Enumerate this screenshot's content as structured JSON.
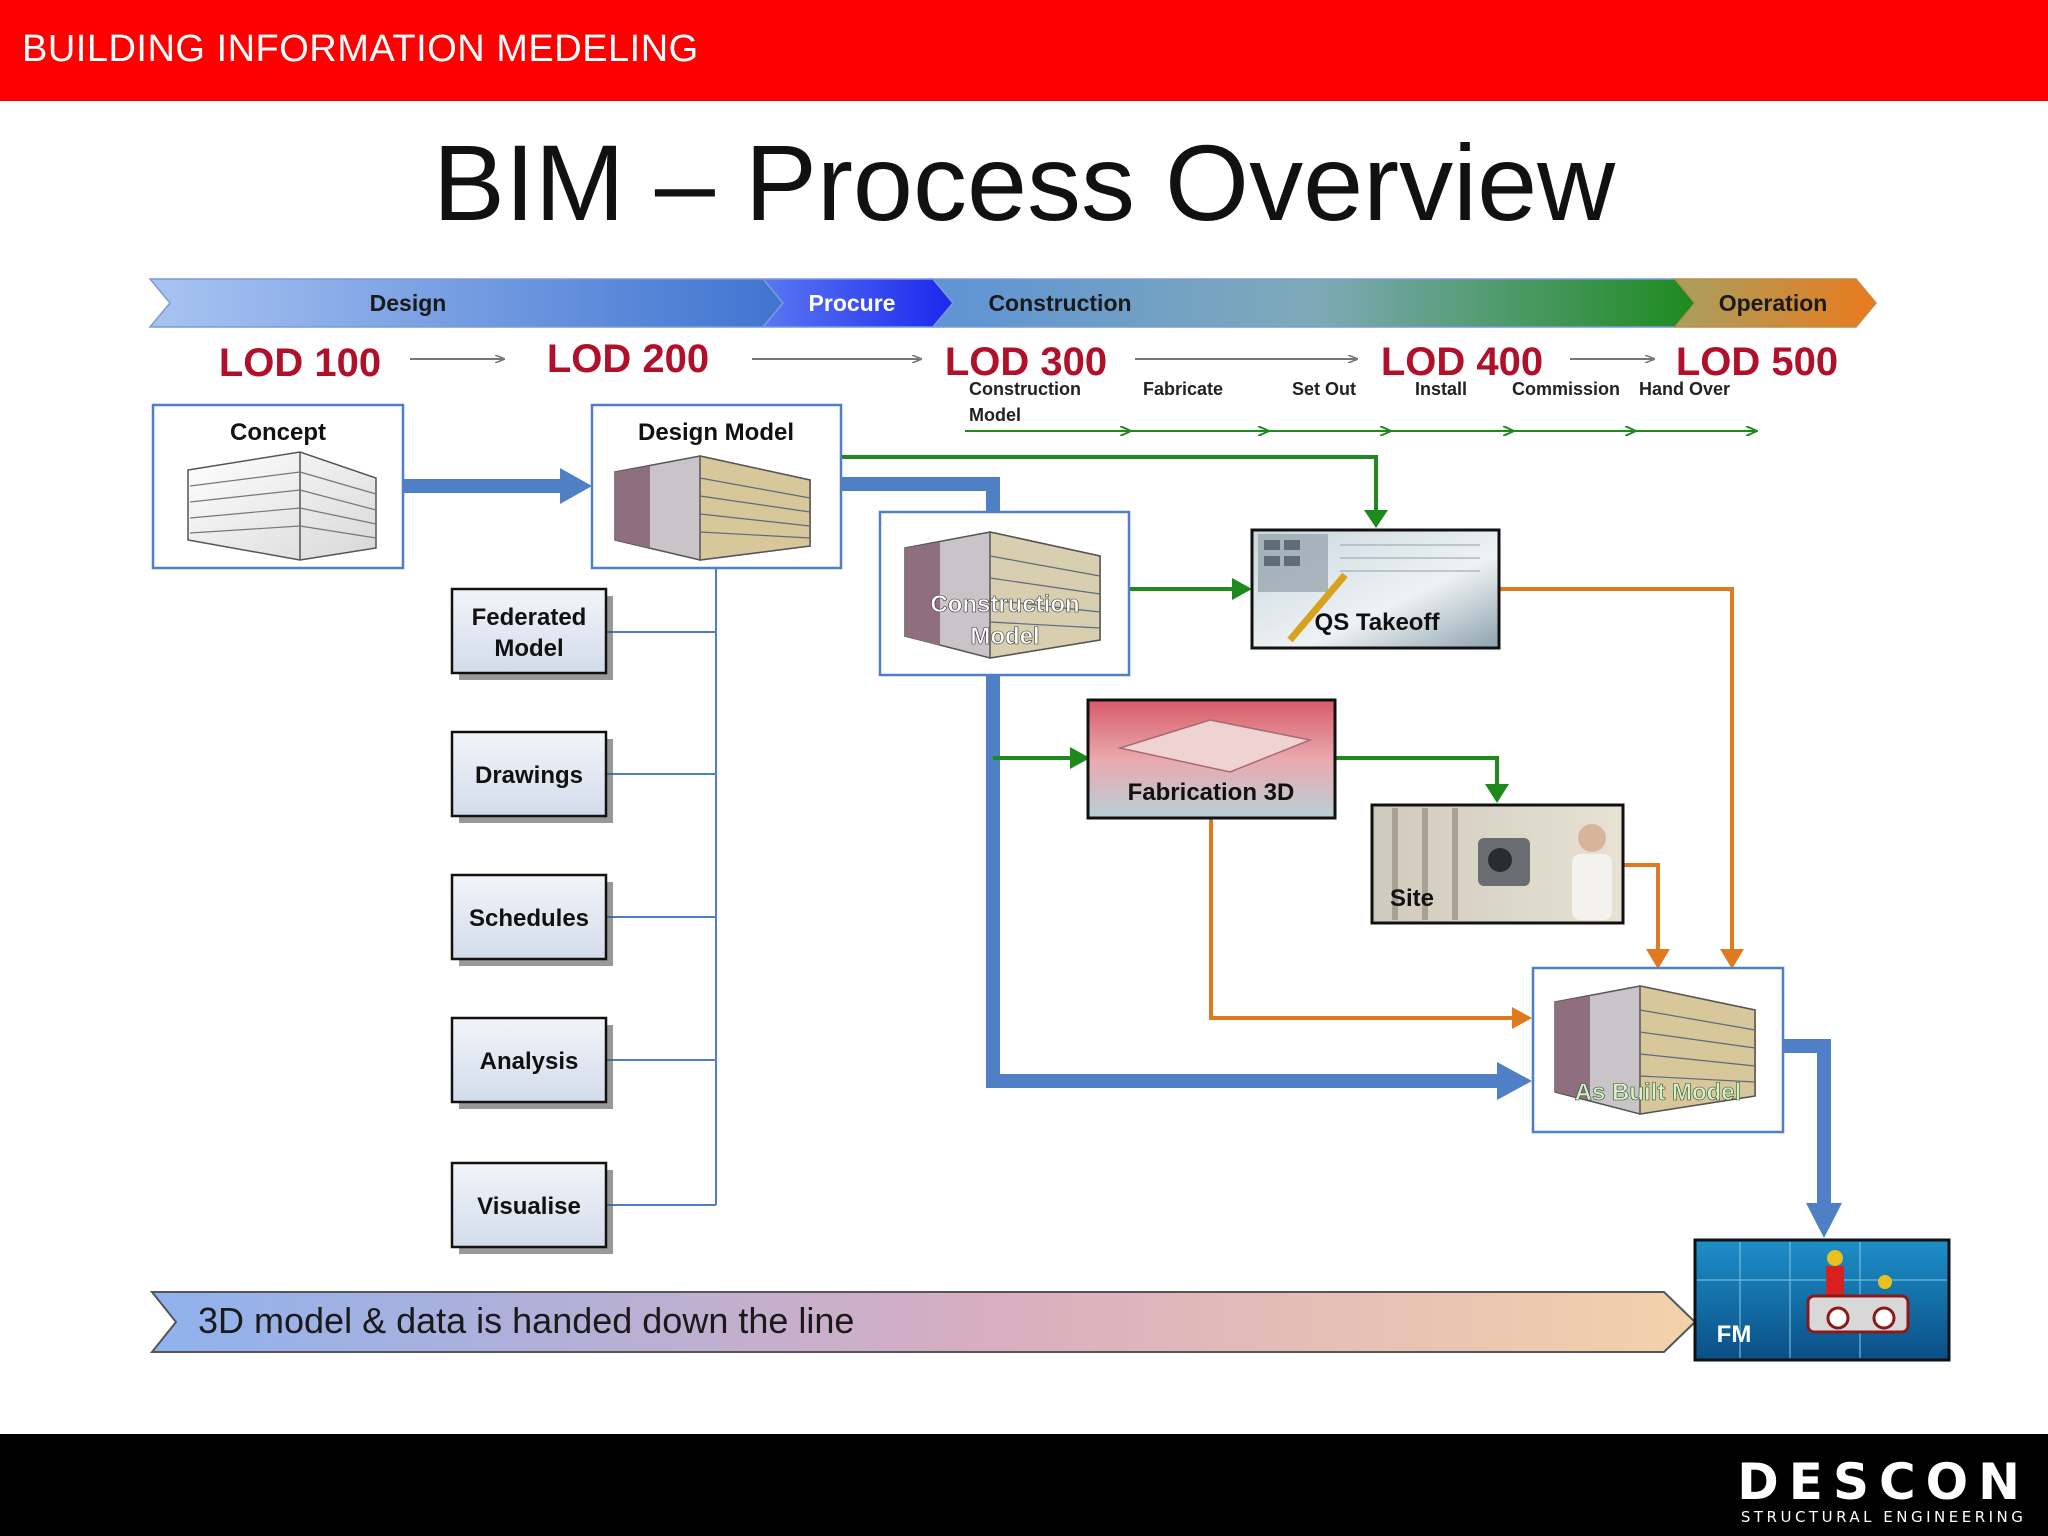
{
  "header": {
    "title": "BUILDING INFORMATION MEDELING"
  },
  "slide": {
    "title": "BIM – Process Overview"
  },
  "phases": [
    {
      "label": "Design",
      "color": "#4f83d6"
    },
    {
      "label": "Procure",
      "color": "#2b3cf0"
    },
    {
      "label": "Construction",
      "color": "#2e8a2e"
    },
    {
      "label": "Operation",
      "color": "#e07a22"
    }
  ],
  "lod_levels": [
    "LOD 100",
    "LOD 200",
    "LOD 300",
    "LOD 400",
    "LOD 500"
  ],
  "stages": {
    "construction_model": [
      "Construction",
      "Model"
    ],
    "fabricate": "Fabricate",
    "set_out": "Set Out",
    "install": "Install",
    "commission": "Commission",
    "hand_over": "Hand Over"
  },
  "nodes": {
    "concept": "Concept",
    "design_model": "Design Model",
    "construction_model": [
      "Construction",
      "Model"
    ],
    "qs_takeoff": "QS Takeoff",
    "fabrication_3d": "Fabrication 3D",
    "site": "Site",
    "as_built_model": "As Built Model",
    "fm": "FM"
  },
  "outputs": {
    "federated_model": [
      "Federated",
      "Model"
    ],
    "drawings": "Drawings",
    "schedules": "Schedules",
    "analysis": "Analysis",
    "visualise": "Visualise"
  },
  "banner": {
    "text": "3D model & data is handed down the line"
  },
  "footer": {
    "logo": "DESCON",
    "tagline": "STRUCTURAL ENGINEERING"
  },
  "colors": {
    "header_red": "#ff0000",
    "flow_blue": "#4f7fc4",
    "flow_green": "#1e8a1e",
    "flow_orange": "#e07a1e",
    "lod_red": "#b0102a",
    "footer_black": "#000000"
  }
}
